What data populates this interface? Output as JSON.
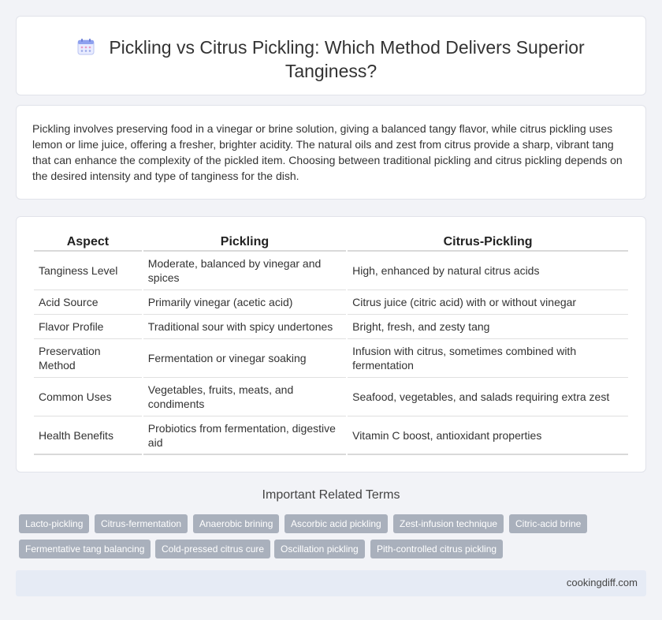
{
  "header": {
    "icon": "calendar-icon",
    "title_line1": "Pickling vs Citrus Pickling: Which Method Delivers Superior",
    "title_line2": "Tanginess?"
  },
  "intro": {
    "text": "Pickling involves preserving food in a vinegar or brine solution, giving a balanced tangy flavor, while citrus pickling uses lemon or lime juice, offering a fresher, brighter acidity. The natural oils and zest from citrus provide a sharp, vibrant tang that can enhance the complexity of the pickled item. Choosing between traditional pickling and citrus pickling depends on the desired intensity and type of tanginess for the dish."
  },
  "table": {
    "headers": [
      "Aspect",
      "Pickling",
      "Citrus-Pickling"
    ],
    "rows": [
      [
        "Tanginess Level",
        "Moderate, balanced by vinegar and spices",
        "High, enhanced by natural citrus acids"
      ],
      [
        "Acid Source",
        "Primarily vinegar (acetic acid)",
        "Citrus juice (citric acid) with or without vinegar"
      ],
      [
        "Flavor Profile",
        "Traditional sour with spicy undertones",
        "Bright, fresh, and zesty tang"
      ],
      [
        "Preservation Method",
        "Fermentation or vinegar soaking",
        "Infusion with citrus, sometimes combined with fermentation"
      ],
      [
        "Common Uses",
        "Vegetables, fruits, meats, and condiments",
        "Seafood, vegetables, and salads requiring extra zest"
      ],
      [
        "Health Benefits",
        "Probiotics from fermentation, digestive aid",
        "Vitamin C boost, antioxidant properties"
      ]
    ]
  },
  "related": {
    "title": "Important Related Terms",
    "tags": [
      "Lacto-pickling",
      "Citrus-fermentation",
      "Anaerobic brining",
      "Ascorbic acid pickling",
      "Zest-infusion technique",
      "Citric-acid brine",
      "Fermentative tang balancing",
      "Cold-pressed citrus cure",
      "Oscillation pickling",
      "Pith-controlled citrus pickling"
    ]
  },
  "footer": {
    "site": "cookingdiff.com"
  },
  "colors": {
    "tag_bg": "#a9b0bc",
    "footer_bg": "#e6ebf5",
    "page_bg": "#f2f3f7"
  }
}
